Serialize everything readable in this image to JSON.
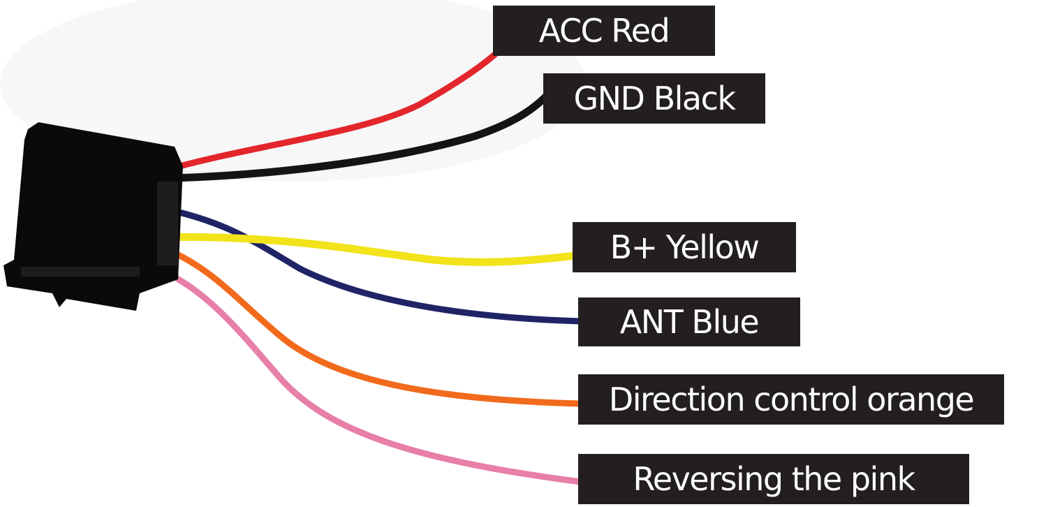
{
  "labels": {
    "acc": "ACC Red",
    "gnd": "GND Black",
    "bplus": "B+ Yellow",
    "ant": "ANT Blue",
    "direction": "Direction control orange",
    "reversing": "Reversing the pink"
  },
  "wire_colors": {
    "red": "#e2262b",
    "black": "#141414",
    "yellow": "#f2e31a",
    "blue": "#1f2466",
    "orange": "#f26a1b",
    "pink": "#e77fa8"
  },
  "connector_color": "#0a0a0a",
  "label_background": "#231f20",
  "label_text_color": "#ffffff"
}
